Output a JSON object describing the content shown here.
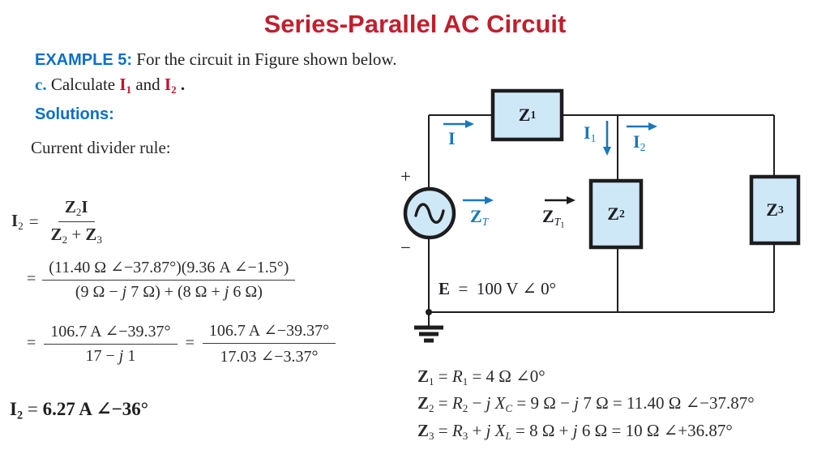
{
  "colors": {
    "title_red": "#c01f2e",
    "accent_blue": "#0a6fc9",
    "value_red": "#c8102e",
    "circuit_blue": "#1a78bb",
    "wire": "#1d1d1f",
    "box_fill": "#cfe8f7"
  },
  "title": {
    "text": "Series-Parallel AC Circuit"
  },
  "example": {
    "label": "EXAMPLE 5:",
    "text": " For the circuit in Figure shown below."
  },
  "part_c": {
    "runs": [
      {
        "t": "c.",
        "c": "b blue"
      },
      {
        "t": " Calculate ",
        "c": ""
      },
      {
        "t": "I",
        "c": "b red"
      },
      {
        "t": "1",
        "c": "b red sub"
      },
      {
        "t": " and ",
        "c": ""
      },
      {
        "t": "I",
        "c": "b red"
      },
      {
        "t": "2",
        "c": "b red sub"
      },
      {
        "t": " .",
        "c": "b"
      }
    ]
  },
  "solutions": {
    "label": "Solutions:"
  },
  "current_divider": {
    "label": "Current divider rule:"
  },
  "eq_i2": {
    "lhs": [
      {
        "t": "I",
        "c": "b"
      },
      {
        "t": "2",
        "c": "sub"
      }
    ],
    "equals": "=",
    "num": [
      {
        "t": "Z",
        "c": "b"
      },
      {
        "t": "2",
        "c": "sub"
      },
      {
        "t": "I",
        "c": "b"
      }
    ],
    "den": [
      {
        "t": "Z",
        "c": "b"
      },
      {
        "t": "2",
        "c": "sub"
      },
      {
        "t": " + ",
        "c": ""
      },
      {
        "t": "Z",
        "c": "b"
      },
      {
        "t": "3",
        "c": "sub"
      }
    ]
  },
  "eq_sub": {
    "equals": "=",
    "num": [
      {
        "t": "(11.40 Ω ∠−37.87°)(9.36 A ∠−1.5°)",
        "c": ""
      }
    ],
    "den": [
      {
        "t": "(9 Ω − ",
        "c": ""
      },
      {
        "t": "j",
        "c": "i"
      },
      {
        "t": " 7 Ω) + (8 Ω + ",
        "c": ""
      },
      {
        "t": "j",
        "c": "i"
      },
      {
        "t": " 6 Ω)",
        "c": ""
      }
    ]
  },
  "eq_simplify": {
    "equals1": "=",
    "num1": [
      {
        "t": "106.7 A ∠−39.37°",
        "c": ""
      }
    ],
    "den1": [
      {
        "t": "17 − ",
        "c": ""
      },
      {
        "t": "j",
        "c": "i"
      },
      {
        "t": " 1",
        "c": ""
      }
    ],
    "equals2": "=",
    "num2": [
      {
        "t": "106.7 A ∠−39.37°",
        "c": ""
      }
    ],
    "den2": [
      {
        "t": "17.03 ∠−3.37°",
        "c": ""
      }
    ]
  },
  "result": {
    "runs": [
      {
        "t": "I",
        "c": "b"
      },
      {
        "t": "2",
        "c": "b sub"
      },
      {
        "t": " = ",
        "c": ""
      },
      {
        "t": "6.27 A ∠−36°",
        "c": "b"
      }
    ]
  },
  "impedance_defs": {
    "z1": [
      {
        "t": "Z",
        "c": "b"
      },
      {
        "t": "1",
        "c": "sub"
      },
      {
        "t": " = ",
        "c": ""
      },
      {
        "t": "R",
        "c": "i"
      },
      {
        "t": "1",
        "c": "sub"
      },
      {
        "t": " = 4 Ω ∠0°",
        "c": ""
      }
    ],
    "z2": [
      {
        "t": "Z",
        "c": "b"
      },
      {
        "t": "2",
        "c": "sub"
      },
      {
        "t": " = ",
        "c": ""
      },
      {
        "t": "R",
        "c": "i"
      },
      {
        "t": "2",
        "c": "sub"
      },
      {
        "t": " − ",
        "c": ""
      },
      {
        "t": "j X",
        "c": "i"
      },
      {
        "t": "C",
        "c": "sub i"
      },
      {
        "t": " = 9 Ω − ",
        "c": ""
      },
      {
        "t": "j",
        "c": "i"
      },
      {
        "t": " 7 Ω = 11.40 Ω ∠−37.87°",
        "c": ""
      }
    ],
    "z3": [
      {
        "t": "Z",
        "c": "b"
      },
      {
        "t": "3",
        "c": "sub"
      },
      {
        "t": " = ",
        "c": ""
      },
      {
        "t": "R",
        "c": "i"
      },
      {
        "t": "3",
        "c": "sub"
      },
      {
        "t": " + ",
        "c": ""
      },
      {
        "t": "j X",
        "c": "i"
      },
      {
        "t": "L",
        "c": "sub i"
      },
      {
        "t": " = 8 Ω + ",
        "c": ""
      },
      {
        "t": "j",
        "c": "i"
      },
      {
        "t": " 6 Ω = 10 Ω ∠+36.87°",
        "c": ""
      }
    ]
  },
  "circuit": {
    "source_polarity_plus": "+",
    "source_polarity_minus": "−",
    "label_i": [
      {
        "t": "I",
        "c": "b blue"
      }
    ],
    "label_i1": [
      {
        "t": "I",
        "c": "b blue"
      },
      {
        "t": "1",
        "c": "blue sub"
      }
    ],
    "label_i2": [
      {
        "t": "I",
        "c": "b blue"
      },
      {
        "t": "2",
        "c": "blue sub"
      }
    ],
    "label_zt": [
      {
        "t": "Z",
        "c": "b blue"
      },
      {
        "t": "T",
        "c": "blue sub i"
      }
    ],
    "label_zt1": [
      {
        "t": "Z",
        "c": "b dk"
      },
      {
        "t": "T",
        "c": "dk sub i"
      },
      {
        "t": "1",
        "c": "dk ss"
      }
    ],
    "box_z1": [
      {
        "t": "Z",
        "c": "b dk"
      },
      {
        "t": "1",
        "c": "dk sub"
      }
    ],
    "box_z2": [
      {
        "t": "Z",
        "c": "b dk"
      },
      {
        "t": "2",
        "c": "dk sub"
      }
    ],
    "box_z3": [
      {
        "t": "Z",
        "c": "b dk"
      },
      {
        "t": "3",
        "c": "dk sub"
      }
    ],
    "label_e": [
      {
        "t": "E",
        "c": "b"
      },
      {
        "t": "  =  100 V ∠ 0°",
        "c": ""
      }
    ]
  }
}
